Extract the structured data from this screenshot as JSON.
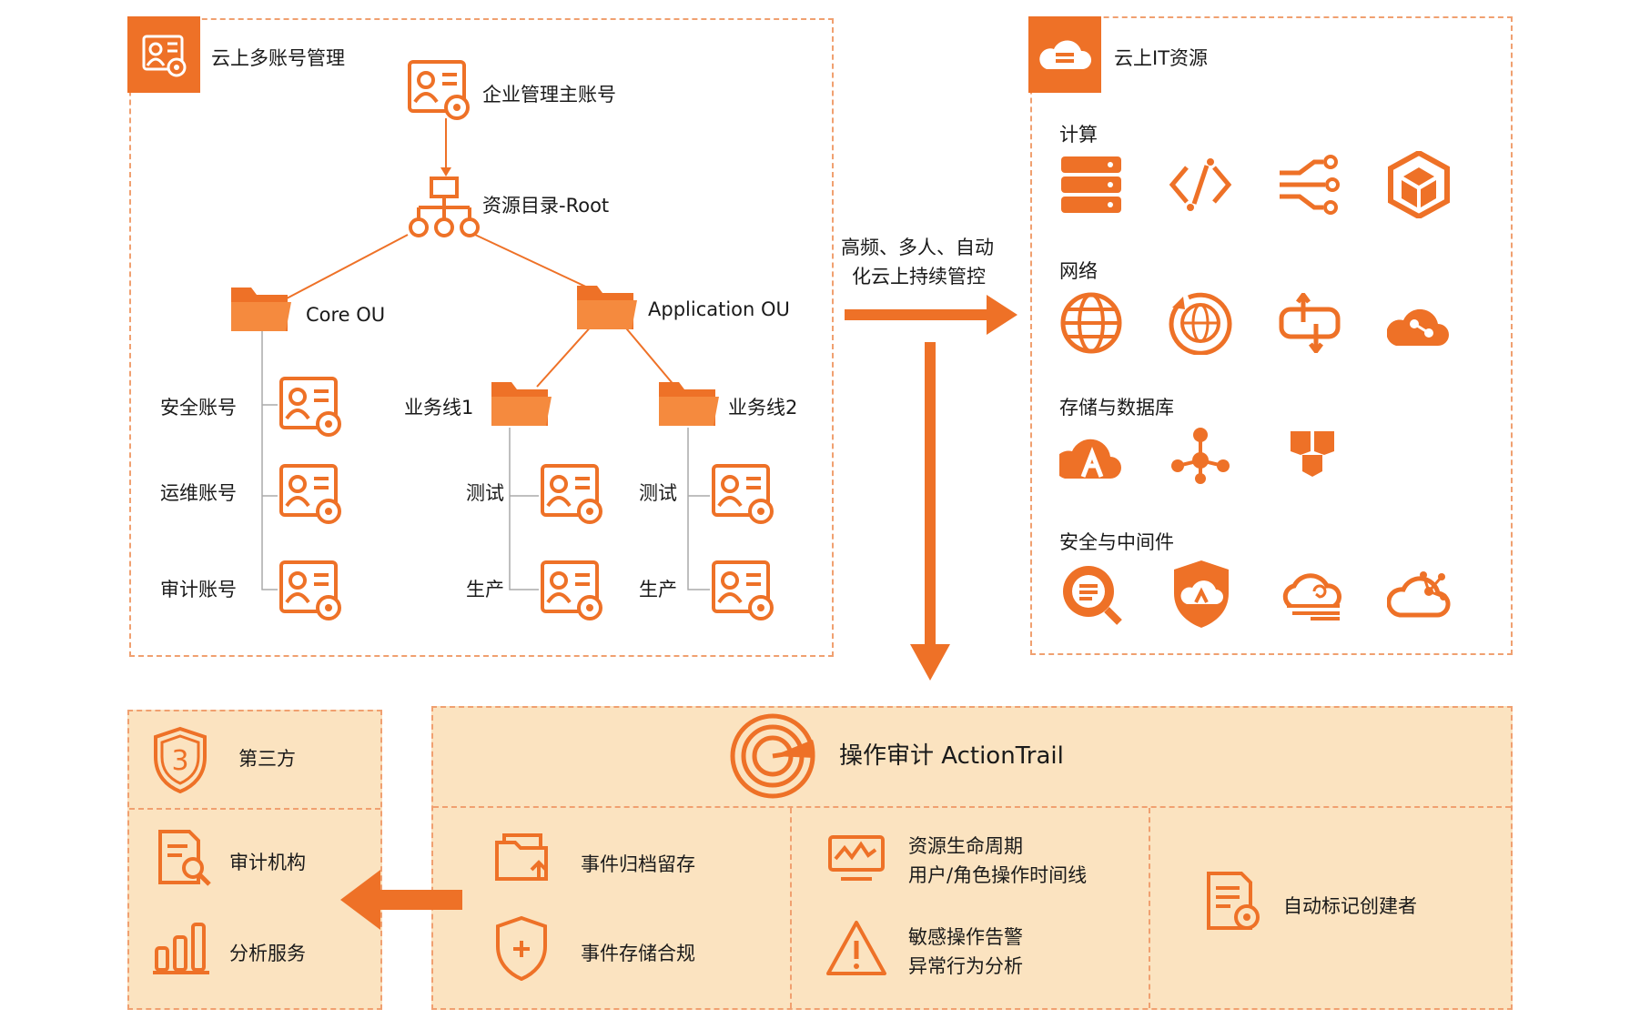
{
  "multi_account": {
    "title": "云上多账号管理",
    "master_account": "企业管理主账号",
    "root_dir": "资源目录-Root",
    "core_ou": "Core OU",
    "app_ou": "Application OU",
    "core_accounts": [
      "安全账号",
      "运维账号",
      "审计账号"
    ],
    "business_lines": [
      "业务线1",
      "业务线2"
    ],
    "env_labels": [
      "测试",
      "生产"
    ]
  },
  "arrow_label": {
    "line1": "高频、多人、自动",
    "line2": "化云上持续管控"
  },
  "cloud_resources": {
    "title": "云上IT资源",
    "sections": [
      "计算",
      "网络",
      "存储与数据库",
      "安全与中间件"
    ]
  },
  "third_party": {
    "title": "第三方",
    "badge_number": "3",
    "items": [
      "审计机构",
      "分析服务"
    ]
  },
  "actiontrail": {
    "title": "操作审计 ActionTrail",
    "col1": [
      "事件归档留存",
      "事件存储合规"
    ],
    "col2_item1": [
      "资源生命周期",
      "用户/角色操作时间线"
    ],
    "col2_item2": [
      "敏感操作告警",
      "异常行为分析"
    ],
    "col3": "自动标记创建者"
  },
  "colors": {
    "accent": "#ee7127",
    "panel_fill": "#fbe3c0",
    "dashed_border": "#f0a070"
  }
}
